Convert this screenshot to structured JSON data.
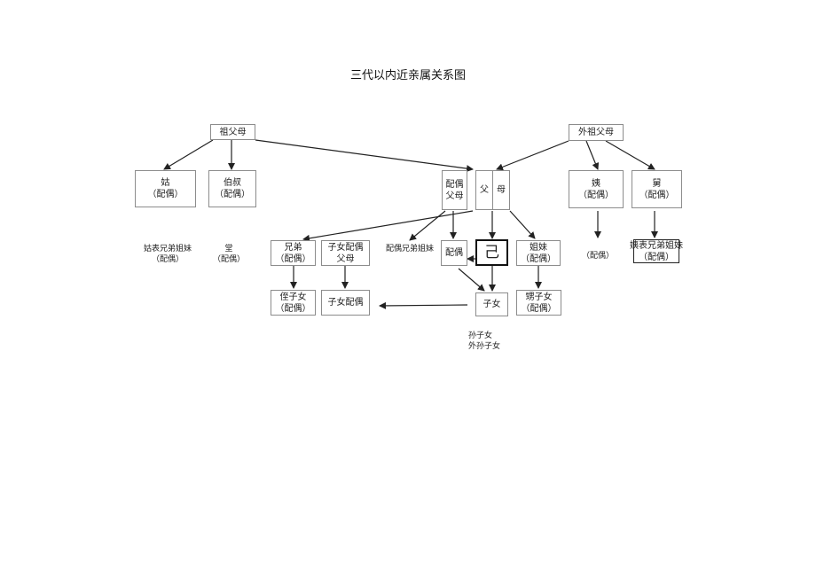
{
  "title": "三代以内近亲属关系图",
  "nodes": {
    "grandparents": "祖父母",
    "maternal_grandparents": "外祖父母",
    "aunt_paternal": {
      "line1": "姑",
      "line2": "（配偶）"
    },
    "uncle_paternal": {
      "line1": "伯叔",
      "line2": "（配偶）"
    },
    "spouse_parents": {
      "line1": "配偶",
      "line2": "父母"
    },
    "father": "父",
    "mother": "母",
    "aunt_maternal": {
      "line1": "姨",
      "line2": "（配偶）"
    },
    "uncle_maternal": {
      "line1": "舅",
      "line2": "（配偶）"
    },
    "brothers": {
      "line1": "兄弟",
      "line2": "（配偶）"
    },
    "children_spouse_parents": {
      "line1": "子女配偶",
      "line2": "父母"
    },
    "spouse": "配偶",
    "self": "己",
    "sisters": {
      "line1": "姐妹",
      "line2": "（配偶）"
    },
    "nephews": {
      "line1": "侄子女",
      "line2": "（配偶）"
    },
    "children_spouse": "子女配偶",
    "children": "子女",
    "sisters_children": {
      "line1": "甥子女",
      "line2": "（配偶）"
    },
    "cousins_maternal": "姨表兄弟姐妹"
  },
  "labels": {
    "cousins_paternal_aunt": {
      "line1": "姑表兄弟姐妹",
      "line2": "（配偶）"
    },
    "cousins_paternal": {
      "line1": "堂",
      "line2": "（配偶）"
    },
    "spouse_siblings": "配偶兄弟姐妹",
    "maternal_cousins_spouse": "（配偶）",
    "grandchildren": {
      "line1": "孙子女",
      "line2": "外孙子女"
    }
  }
}
